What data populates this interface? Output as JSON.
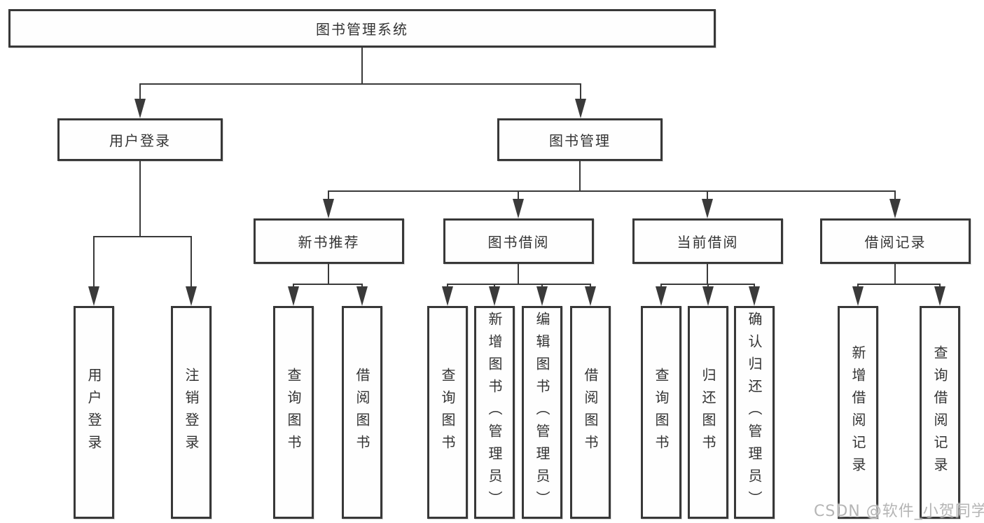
{
  "diagram": {
    "type": "hierarchy-tree",
    "orientation": "top-down",
    "colors": {
      "line": "#3a3a3a",
      "border": "#383838",
      "text": "#333333",
      "background": "#ffffff",
      "watermark": "#b5b5b5"
    }
  },
  "nodes": {
    "root": {
      "label": "图书管理系统"
    },
    "level2": [
      {
        "label": "用户登录",
        "parent": "图书管理系统"
      },
      {
        "label": "图书管理",
        "parent": "图书管理系统"
      }
    ],
    "level3": [
      {
        "label": "新书推荐",
        "parent": "图书管理"
      },
      {
        "label": "图书借阅",
        "parent": "图书管理"
      },
      {
        "label": "当前借阅",
        "parent": "图书管理"
      },
      {
        "label": "借阅记录",
        "parent": "图书管理"
      }
    ],
    "leaves": [
      {
        "label": "用户登录",
        "parent": "用户登录"
      },
      {
        "label": "注销登录",
        "parent": "用户登录"
      },
      {
        "label": "查询图书",
        "parent": "新书推荐"
      },
      {
        "label": "借阅图书",
        "parent": "新书推荐"
      },
      {
        "label": "查询图书",
        "parent": "图书借阅"
      },
      {
        "label": "新增图书（管理员）",
        "parent": "图书借阅"
      },
      {
        "label": "编辑图书（管理员）",
        "parent": "图书借阅"
      },
      {
        "label": "借阅图书",
        "parent": "图书借阅"
      },
      {
        "label": "查询图书",
        "parent": "当前借阅"
      },
      {
        "label": "归还图书",
        "parent": "当前借阅"
      },
      {
        "label": "确认归还（管理员）",
        "parent": "当前借阅"
      },
      {
        "label": "新增借阅记录",
        "parent": "借阅记录"
      },
      {
        "label": "查询借阅记录",
        "parent": "借阅记录"
      }
    ]
  },
  "watermark": {
    "text": "CSDN @软件_小贺同学"
  }
}
